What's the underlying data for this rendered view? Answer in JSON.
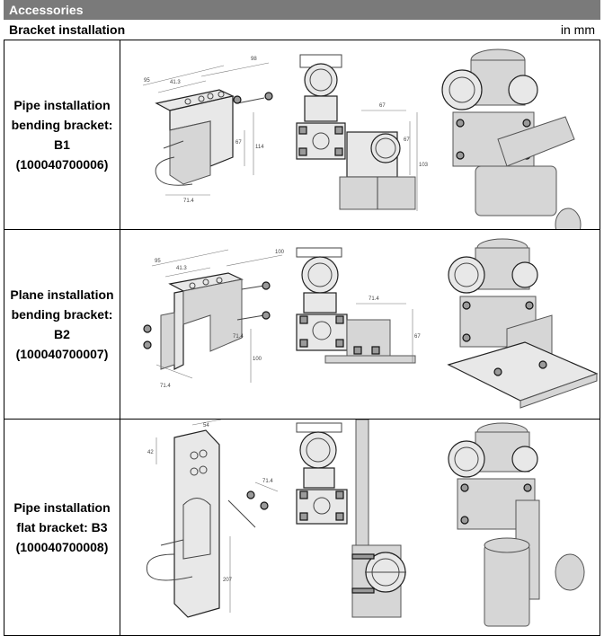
{
  "header": {
    "title": "Accessories"
  },
  "subheader": {
    "title": "Bracket installation",
    "unit": "in mm"
  },
  "rows": [
    {
      "label": "Pipe installation\nbending bracket:\nB1\n(100040700006)",
      "dims": {
        "a": "95",
        "b": "41.3",
        "c": "98",
        "d": "67",
        "e": "114",
        "f": "71.4",
        "g": "67",
        "h": "103"
      }
    },
    {
      "label": "Plane installation\nbending bracket:\nB2\n(100040700007)",
      "dims": {
        "a": "95",
        "b": "41.3",
        "c": "100",
        "d": "71.4",
        "e": "100",
        "f": "71.4",
        "g": "71.4",
        "h": "67"
      }
    },
    {
      "label": "Pipe installation\nflat bracket: B3\n(100040700008)",
      "dims": {
        "a": "54",
        "b": "42",
        "c": "71.4",
        "d": "207"
      }
    }
  ]
}
